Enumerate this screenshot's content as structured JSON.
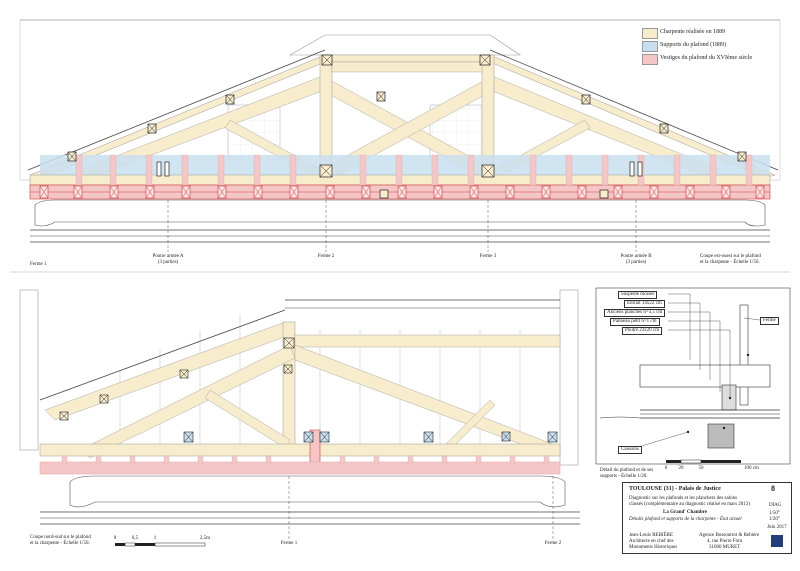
{
  "colors": {
    "charpente": "#f7eccb",
    "supports": "#c9dff0",
    "vestiges": "#f4c6c6",
    "ink": "#333333",
    "red": "#d23a3a"
  },
  "legend": [
    {
      "label": "Charpente réalisée en 1889",
      "color": "#f7eccb"
    },
    {
      "label": "Supports du plafond (1889)",
      "color": "#c9dff0"
    },
    {
      "label": "Vestiges du plafond du XVIème siècle",
      "color": "#f4c6c6"
    }
  ],
  "top_section": {
    "labels": {
      "ferme1": "Ferme 1",
      "poutre_a": "Poutre armée A",
      "poutre_a_sub": "(3 parties)",
      "ferme2": "Ferme 2",
      "ferme3": "Ferme 3",
      "poutre_b": "Poutre armée B",
      "poutre_b_sub": "(3 parties)",
      "caption1": "Coupe est-ouest sur le plafond",
      "caption2": "et la charpente - Échelle 1/50."
    }
  },
  "bottom_section": {
    "labels": {
      "caption1": "Coupe nord-sud sur le plafond",
      "caption2": "et la charpente - Échelle 1/50.",
      "ferme1": "Ferme 1",
      "ferme2": "Ferme 2"
    },
    "scale": [
      "0",
      "0,5",
      "1",
      "2,5m"
    ]
  },
  "detail": {
    "labels": {
      "suspente": "Suspente moisée",
      "entrait": "Entrait 14x22 cm",
      "planches": "Anciens planches h=3,5 cm",
      "panneau": "Panneau petit h=1 cm",
      "poutre": "Poutre 23x20 cm",
      "ferme": "Ferme",
      "caissons": "Caissons",
      "caption1": "Détail du plafond et de ses",
      "caption2": "supports - Échelle 1/20."
    },
    "scale": [
      "0",
      "20",
      "50",
      "100 cm"
    ]
  },
  "cartouche": {
    "title": "TOULOUSE (31) - Palais de Justice",
    "sheet_no": "8",
    "desc1": "Diagnostic sur les plafonds et les planchers des salons",
    "desc2": "classés (complémentaire au diagnostic réalisé en mars 2013)",
    "room": "La Grand' Chambre",
    "subtitle": "Détails plafond et supports de la charpente - État actuel",
    "phase": "DIAG",
    "scale1": "1/50°",
    "scale2": "1/20°",
    "date": "Juin 2017",
    "architect": "Jean-Louis REBIÈRE",
    "architect_role1": "Architecte en chef des",
    "architect_role2": "Monuments Historiques",
    "agency": "Agence Bossoutrot & Rebière",
    "address1": "4, rue Pierre Forn",
    "address2": "31600 MURET"
  }
}
